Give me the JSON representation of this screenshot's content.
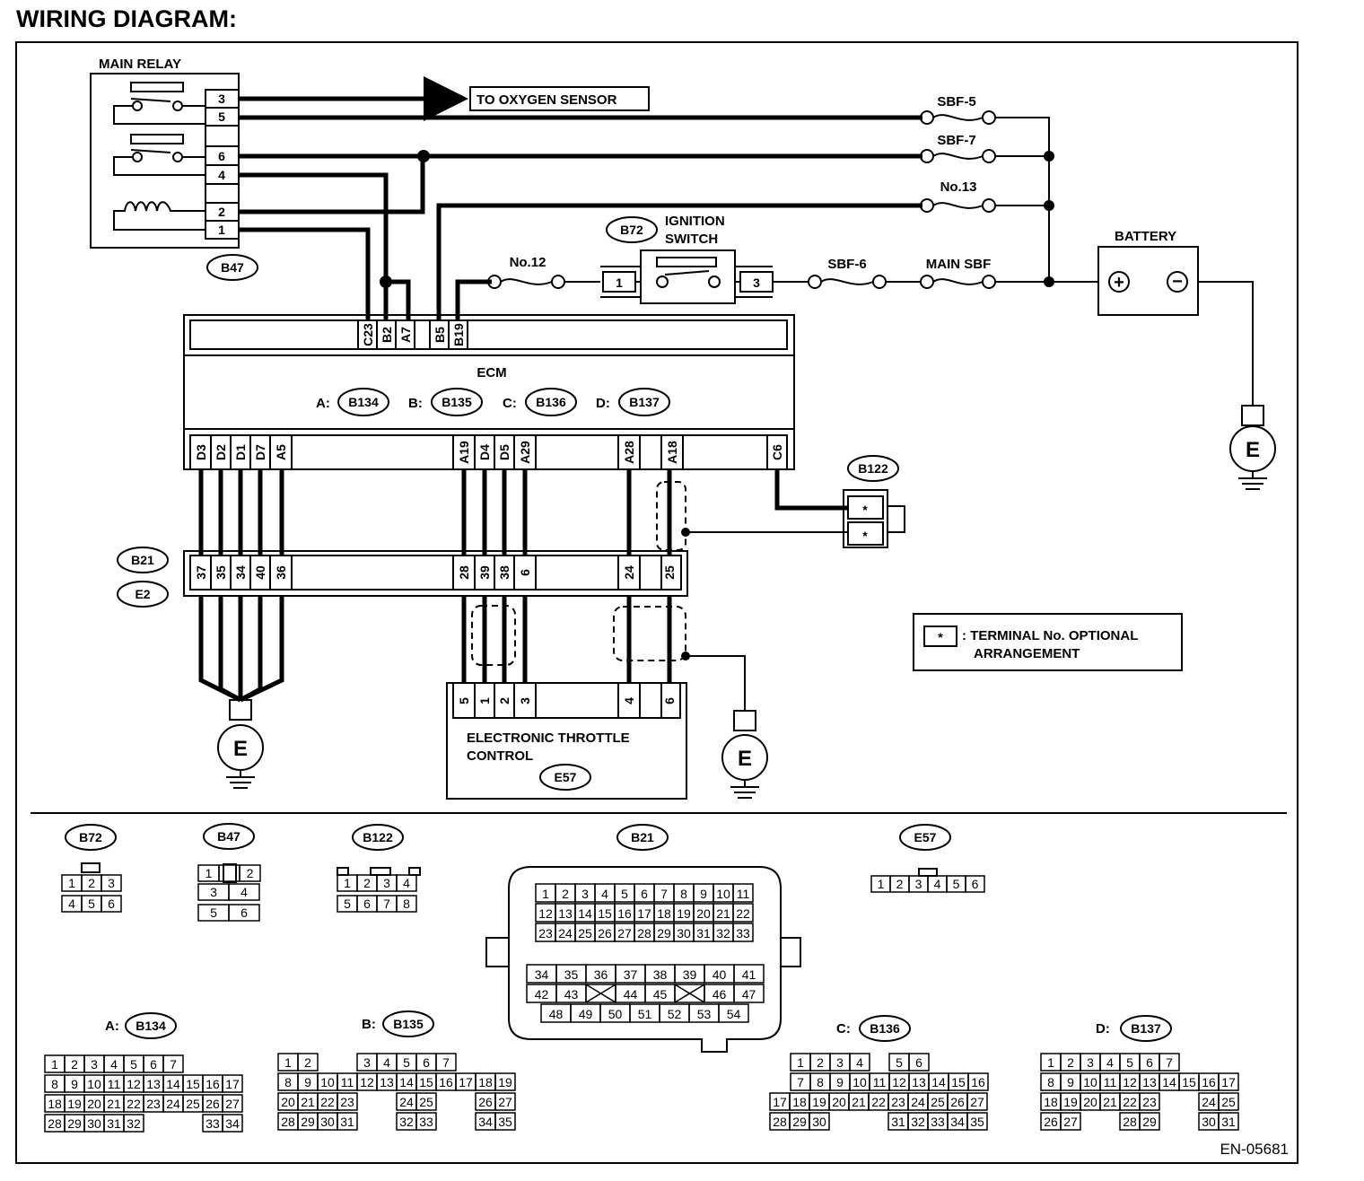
{
  "title": "WIRING DIAGRAM:",
  "figure_id": "EN-05681",
  "ground_label": "E",
  "main_relay": {
    "label": "MAIN RELAY",
    "connector": "B47",
    "terminals": [
      "3",
      "5",
      "6",
      "4",
      "2",
      "1"
    ]
  },
  "oxygen_sensor_label": "TO OXYGEN SENSOR",
  "fuses": {
    "sbf5": "SBF-5",
    "sbf7": "SBF-7",
    "no13": "No.13",
    "no12": "No.12",
    "sbf6": "SBF-6",
    "main_sbf": "MAIN SBF"
  },
  "ignition_switch": {
    "label_line1": "IGNITION",
    "label_line2": "SWITCH",
    "connector": "B72",
    "terminal_left": "1",
    "terminal_right": "3"
  },
  "battery": {
    "label": "BATTERY",
    "plus": "+",
    "minus": "−"
  },
  "ecm": {
    "label": "ECM",
    "top_pins": [
      "C23",
      "B2",
      "A7",
      "B5",
      "B19"
    ],
    "bottom_pins": [
      "D3",
      "D2",
      "D1",
      "D7",
      "A5",
      "A19",
      "D4",
      "D5",
      "A29",
      "A28",
      "A18",
      "C6"
    ],
    "connectors": [
      {
        "prefix": "A:",
        "id": "B134"
      },
      {
        "prefix": "B:",
        "id": "B135"
      },
      {
        "prefix": "C:",
        "id": "B136"
      },
      {
        "prefix": "D:",
        "id": "B137"
      }
    ]
  },
  "b21_e2": {
    "tags": [
      "B21",
      "E2"
    ],
    "pins": [
      "37",
      "35",
      "34",
      "40",
      "36",
      "28",
      "39",
      "38",
      "6",
      "24",
      "25"
    ]
  },
  "b122": {
    "tag": "B122",
    "pins": [
      "*",
      "*"
    ]
  },
  "throttle": {
    "label_line1": "ELECTRONIC THROTTLE",
    "label_line2": "CONTROL",
    "tag": "E57",
    "pins": [
      "5",
      "1",
      "2",
      "3",
      "4",
      "6"
    ]
  },
  "legend": {
    "symbol": "*",
    "line1": ": TERMINAL No. OPTIONAL",
    "line2": "ARRANGEMENT"
  },
  "connector_views": {
    "b72": {
      "tag": "B72",
      "rows": [
        [
          "1",
          "2",
          "3"
        ],
        [
          "4",
          "5",
          "6"
        ]
      ]
    },
    "b47": {
      "tag": "B47",
      "rows": [
        [
          "1",
          "",
          "2"
        ],
        [
          "3",
          "4"
        ],
        [
          "5",
          "6"
        ]
      ]
    },
    "b122": {
      "tag": "B122",
      "rows": [
        [
          "1",
          "2",
          "3",
          "4"
        ],
        [
          "5",
          "6",
          "7",
          "8"
        ]
      ]
    },
    "b21": {
      "tag": "B21",
      "rows": [
        [
          "1",
          "2",
          "3",
          "4",
          "5",
          "6",
          "7",
          "8",
          "9",
          "10",
          "11"
        ],
        [
          "12",
          "13",
          "14",
          "15",
          "16",
          "17",
          "18",
          "19",
          "20",
          "21",
          "22"
        ],
        [
          "23",
          "24",
          "25",
          "26",
          "27",
          "28",
          "29",
          "30",
          "31",
          "32",
          "33"
        ],
        [
          "34",
          "35",
          "36",
          "37",
          "38",
          "39",
          "40",
          "41"
        ],
        [
          "42",
          "43",
          "",
          "44",
          "45",
          "",
          "46",
          "47"
        ],
        [
          "48",
          "49",
          "50",
          "51",
          "52",
          "53",
          "54"
        ]
      ]
    },
    "e57": {
      "tag": "E57",
      "rows": [
        [
          "1",
          "2",
          "3",
          "4",
          "5",
          "6"
        ]
      ]
    },
    "b134": {
      "prefix": "A:",
      "tag": "B134",
      "rows": [
        [
          "1",
          "2",
          "3",
          "4",
          "5",
          "6",
          "7"
        ],
        [
          "8",
          "9",
          "10",
          "11",
          "12",
          "13",
          "14",
          "15",
          "16",
          "17"
        ],
        [
          "18",
          "19",
          "20",
          "21",
          "22",
          "23",
          "24",
          "25",
          "26",
          "27"
        ],
        [
          "28",
          "29",
          "30",
          "31",
          "32",
          "33",
          "34"
        ]
      ]
    },
    "b135": {
      "prefix": "B:",
      "tag": "B135",
      "rows": [
        [
          "1",
          "2",
          "3",
          "4",
          "5",
          "6",
          "7"
        ],
        [
          "8",
          "9",
          "10",
          "11",
          "12",
          "13",
          "14",
          "15",
          "16",
          "17",
          "18",
          "19"
        ],
        [
          "20",
          "21",
          "22",
          "23",
          "24",
          "25",
          "26",
          "27"
        ],
        [
          "28",
          "29",
          "30",
          "31",
          "32",
          "33",
          "34",
          "35"
        ]
      ]
    },
    "b136": {
      "prefix": "C:",
      "tag": "B136",
      "rows": [
        [
          "1",
          "2",
          "3",
          "4",
          "5",
          "6"
        ],
        [
          "7",
          "8",
          "9",
          "10",
          "11",
          "12",
          "13",
          "14",
          "15",
          "16"
        ],
        [
          "17",
          "18",
          "19",
          "20",
          "21",
          "22",
          "23",
          "24",
          "25",
          "26",
          "27"
        ],
        [
          "28",
          "29",
          "30",
          "31",
          "32",
          "33",
          "34",
          "35"
        ]
      ]
    },
    "b137": {
      "prefix": "D:",
      "tag": "B137",
      "rows": [
        [
          "1",
          "2",
          "3",
          "4",
          "5",
          "6",
          "7"
        ],
        [
          "8",
          "9",
          "10",
          "11",
          "12",
          "13",
          "14",
          "15",
          "16",
          "17"
        ],
        [
          "18",
          "19",
          "20",
          "21",
          "22",
          "23",
          "24",
          "25"
        ],
        [
          "26",
          "27",
          "28",
          "29",
          "30",
          "31"
        ]
      ]
    }
  }
}
